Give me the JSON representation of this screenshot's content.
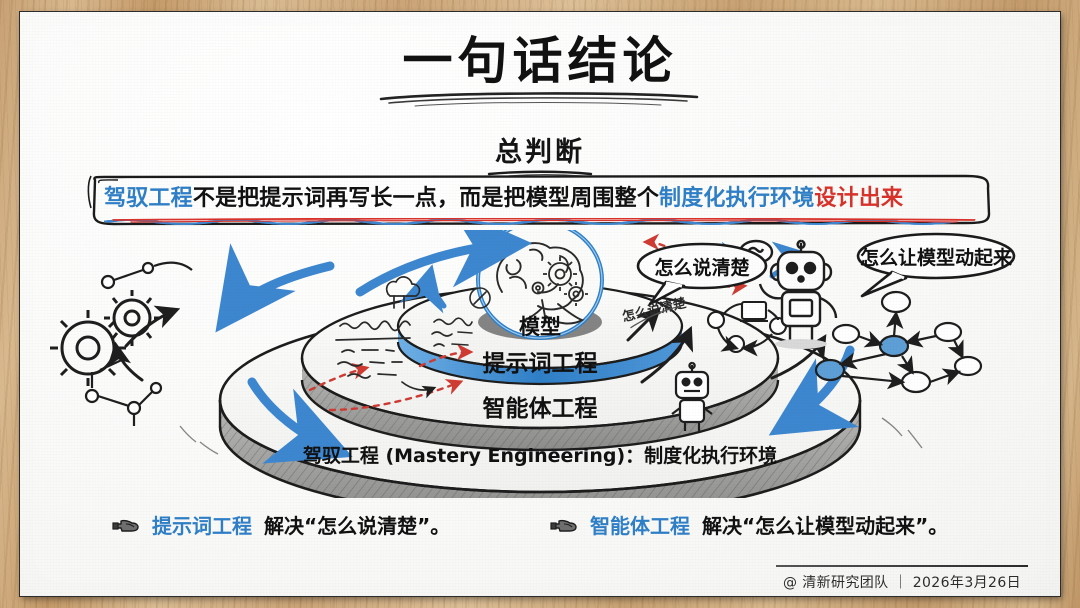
{
  "slide": {
    "title": "一句话结论",
    "subtitle": "总判断",
    "statement": {
      "part1": "驾驭工程",
      "part2": "不是把提示词再写长一点，而是把模型周围整个",
      "part3": "制度化执行环境",
      "part4": "设计出来"
    },
    "bullets": [
      {
        "icon": "pointing-hand-icon",
        "highlight": "提示词工程",
        "rest": "解决“怎么说清楚”。"
      },
      {
        "icon": "pointing-hand-icon",
        "highlight": "智能体工程",
        "rest": "解决“怎么让模型动起来”。"
      }
    ],
    "footer": "@ 清新研究团队 ｜ 2026年3月26日"
  },
  "diagram": {
    "center_label": "模型",
    "ring_labels": [
      "提示词工程",
      "智能体工程"
    ],
    "outer_ring_label": "驾驭工程 (Mastery Engineering)：制度化执行环境",
    "inner_note": "怎么说清楚",
    "bubbles": [
      "怎么说清楚",
      "怎么让模型动起来"
    ],
    "icons": [
      "brain-icon",
      "gear-icon",
      "robot-icon",
      "network-graph-icon",
      "blue-arrow-icon",
      "red-dashed-arrow-icon",
      "speech-bubble-icon"
    ]
  },
  "colors": {
    "accent_blue": "#2f7fc7",
    "accent_red": "#d8322a",
    "ink": "#111111",
    "paper": "#f8f8f6",
    "frame_wood": "#c9a878"
  }
}
